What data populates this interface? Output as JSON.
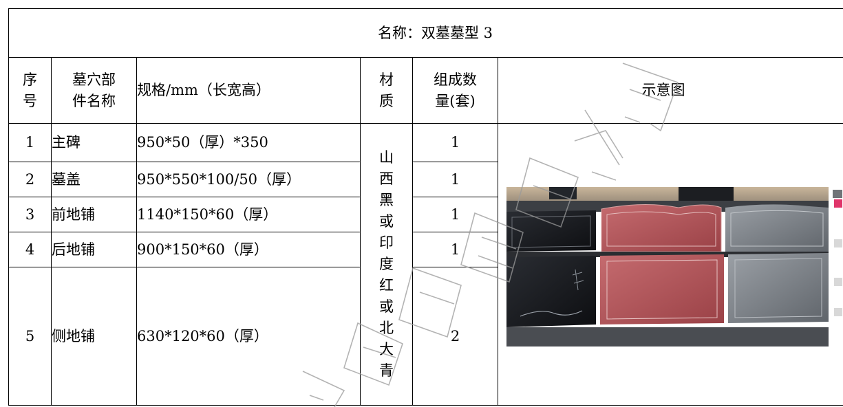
{
  "table": {
    "title": "名称：双墓墓型 3",
    "headers": {
      "index": [
        "序",
        "号"
      ],
      "name": [
        "墓穴部",
        "件名称"
      ],
      "spec": "规格/mm（长宽高）",
      "material": [
        "材",
        "质"
      ],
      "quantity": [
        "组成数",
        "量(套)"
      ],
      "diagram": "示意图"
    },
    "rows": [
      {
        "index": "1",
        "name": "主碑",
        "spec": "950*50（厚）*350",
        "quantity": "1"
      },
      {
        "index": "2",
        "name": "墓盖",
        "spec": "950*550*100/50（厚）",
        "quantity": "1"
      },
      {
        "index": "3",
        "name": "前地铺",
        "spec": "1140*150*60（厚）",
        "quantity": "1"
      },
      {
        "index": "4",
        "name": "后地铺",
        "spec": "900*150*60（厚）",
        "quantity": "1"
      },
      {
        "index": "5",
        "name": "侧地铺",
        "spec": "630*120*60（厚）",
        "quantity": "2"
      }
    ],
    "material_chars": [
      "山",
      "西",
      "黑",
      "或",
      "印",
      "度",
      "红",
      "或",
      "北",
      "大",
      "青"
    ]
  },
  "colors": {
    "border": "#000000",
    "black_granite": "#14161a",
    "red_granite": "#b4545a",
    "grey_granite": "#7c8187",
    "watermark": "#9a9a9a"
  }
}
